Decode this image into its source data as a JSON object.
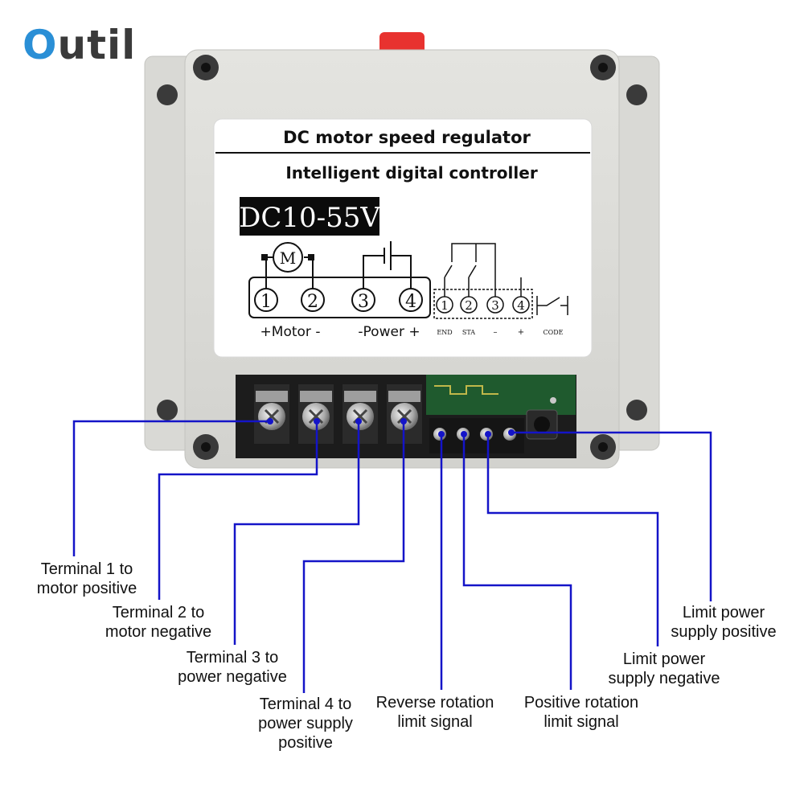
{
  "brand": {
    "logo_first": "O",
    "logo_rest": "util"
  },
  "panel_label": {
    "title": "DC motor speed regulator",
    "subtitle": "Intelligent digital controller",
    "voltage": "DC10-55V",
    "motor_symbol": "M",
    "terminals_left": [
      "1",
      "2",
      "3",
      "4"
    ],
    "motor_caption": "+Motor -",
    "power_caption": "-Power +",
    "terminals_right": [
      "1",
      "2",
      "3",
      "4"
    ],
    "signal_labels": [
      "END",
      "STA",
      "–",
      "+"
    ],
    "code_label": "CODE"
  },
  "colors": {
    "leader_line": "#1414c8",
    "enclosure": "#dcdcd8",
    "terminal_block": "#1c1c1c",
    "pcb": "#1f5a2e"
  },
  "callouts": [
    {
      "lines": [
        "Terminal 1 to",
        "motor positive"
      ]
    },
    {
      "lines": [
        "Terminal 2 to",
        "motor negative"
      ]
    },
    {
      "lines": [
        "Terminal 3 to",
        "power negative"
      ]
    },
    {
      "lines": [
        "Terminal 4 to",
        "power supply",
        "positive"
      ]
    },
    {
      "lines": [
        "Reverse rotation",
        "limit signal"
      ]
    },
    {
      "lines": [
        "Positive rotation",
        "limit signal"
      ]
    },
    {
      "lines": [
        "Limit power",
        "supply negative"
      ]
    },
    {
      "lines": [
        "Limit power",
        "supply positive"
      ]
    }
  ]
}
